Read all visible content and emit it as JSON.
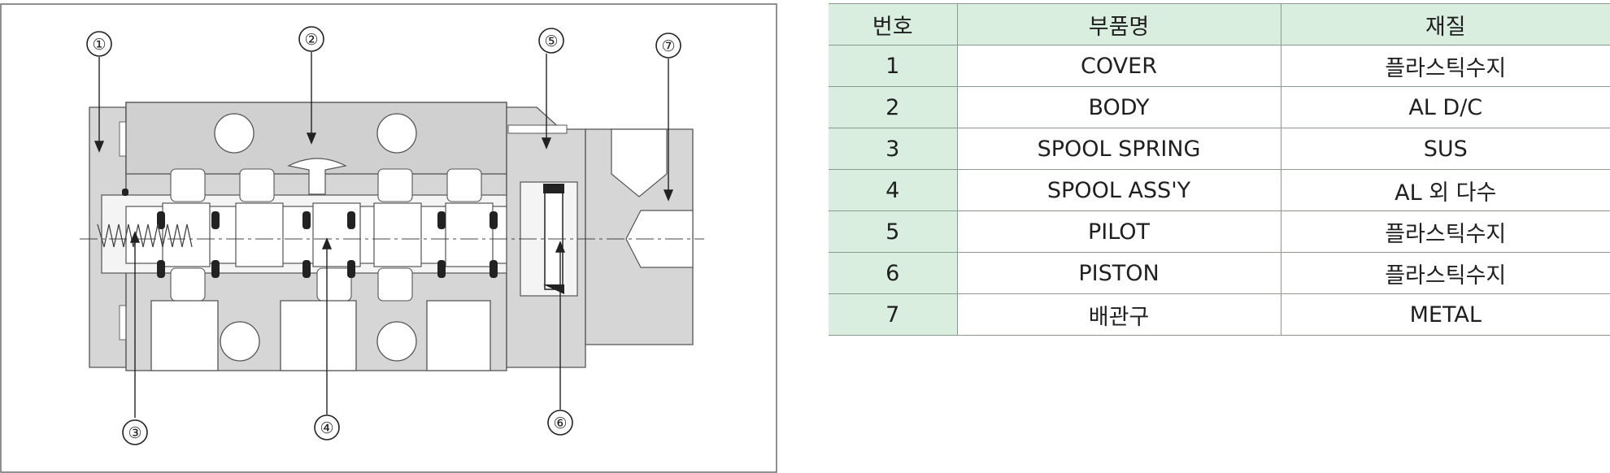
{
  "diagram": {
    "callouts": [
      {
        "id": "callout-1",
        "label": "①"
      },
      {
        "id": "callout-2",
        "label": "②"
      },
      {
        "id": "callout-3",
        "label": "③"
      },
      {
        "id": "callout-4",
        "label": "④"
      },
      {
        "id": "callout-5",
        "label": "⑤"
      },
      {
        "id": "callout-6",
        "label": "⑥"
      },
      {
        "id": "callout-7",
        "label": "⑦"
      }
    ]
  },
  "table": {
    "headers": [
      "번호",
      "부품명",
      "재질"
    ],
    "rows": [
      [
        "1",
        "COVER",
        "플라스틱수지"
      ],
      [
        "2",
        "BODY",
        "AL D/C"
      ],
      [
        "3",
        "SPOOL SPRING",
        "SUS"
      ],
      [
        "4",
        "SPOOL ASS'Y",
        "AL 외 다수"
      ],
      [
        "5",
        "PILOT",
        "플라스틱수지"
      ],
      [
        "6",
        "PISTON",
        "플라스틱수지"
      ],
      [
        "7",
        "배관구",
        "METAL"
      ]
    ]
  },
  "colors": {
    "header_bg": "#d9eedf",
    "body_gray": "#d6d6d6",
    "line": "#333333"
  }
}
